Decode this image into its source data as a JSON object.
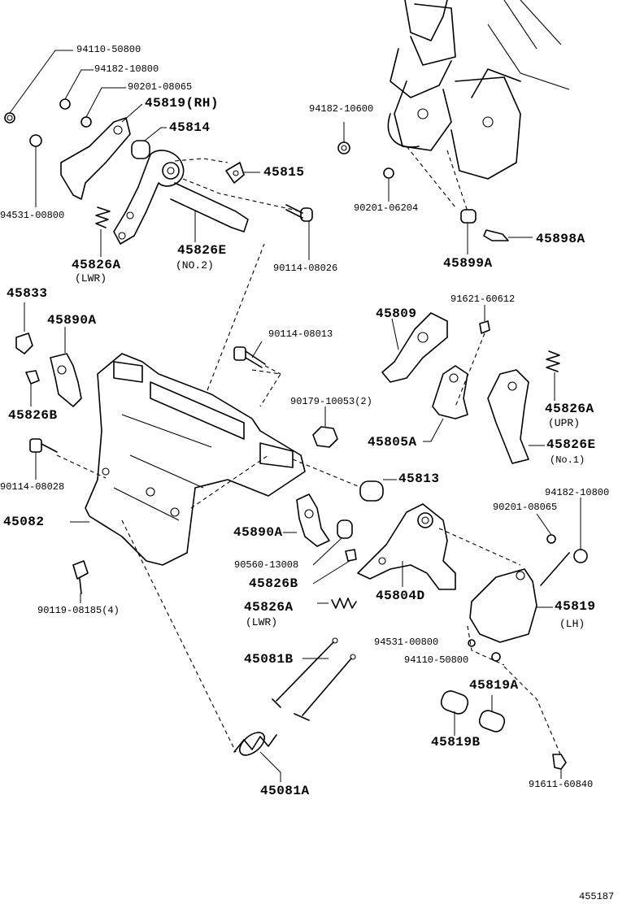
{
  "diagram_id": "455187",
  "labels": {
    "p94110_50800_top": "94110-50800",
    "p94182_10800_top": "94182-10800",
    "p90201_08065_top": "90201-08065",
    "p45819_rh": "45819(RH)",
    "p45814": "45814",
    "p45815": "45815",
    "p94531_00800_top": "94531-00800",
    "p45826a_lwr_top": "45826A",
    "lwr_note_top": "(LWR)",
    "p45826e_no2": "45826E",
    "no2_note": "(NO.2)",
    "p90114_08026": "90114-08026",
    "p94182_10600": "94182-10600",
    "p90201_06204": "90201-06204",
    "p45898a": "45898A",
    "p45899a": "45899A",
    "p45833": "45833",
    "p45890a_left": "45890A",
    "p45826b_left": "45826B",
    "p90114_08013": "90114-08013",
    "p45809": "45809",
    "p91621_60612": "91621-60612",
    "p90179_10053": "90179-10053(2)",
    "p45805a": "45805A",
    "p45826a_upr": "45826A",
    "upr_note": "(UPR)",
    "p45826e_no1": "45826E",
    "no1_note": "(No.1)",
    "p90114_08028": "90114-08028",
    "p45813": "45813",
    "p45082": "45082",
    "p94182_10800_right": "94182-10800",
    "p90201_08065_right": "90201-08065",
    "p45890a_mid": "45890A",
    "p90560_13008": "90560-13008",
    "p45826b_mid": "45826B",
    "p45804d": "45804D",
    "p90119_08185": "90119-08185(4)",
    "p45826a_lwr_mid": "45826A",
    "lwr_note_mid": "(LWR)",
    "p45819_lh": "45819",
    "lh_note": "(LH)",
    "p94531_00800_right": "94531-00800",
    "p94110_50800_right": "94110-50800",
    "p45081b": "45081B",
    "p45819a": "45819A",
    "p45819b": "45819B",
    "p45081a": "45081A",
    "p91611_60840": "91611-60840"
  }
}
